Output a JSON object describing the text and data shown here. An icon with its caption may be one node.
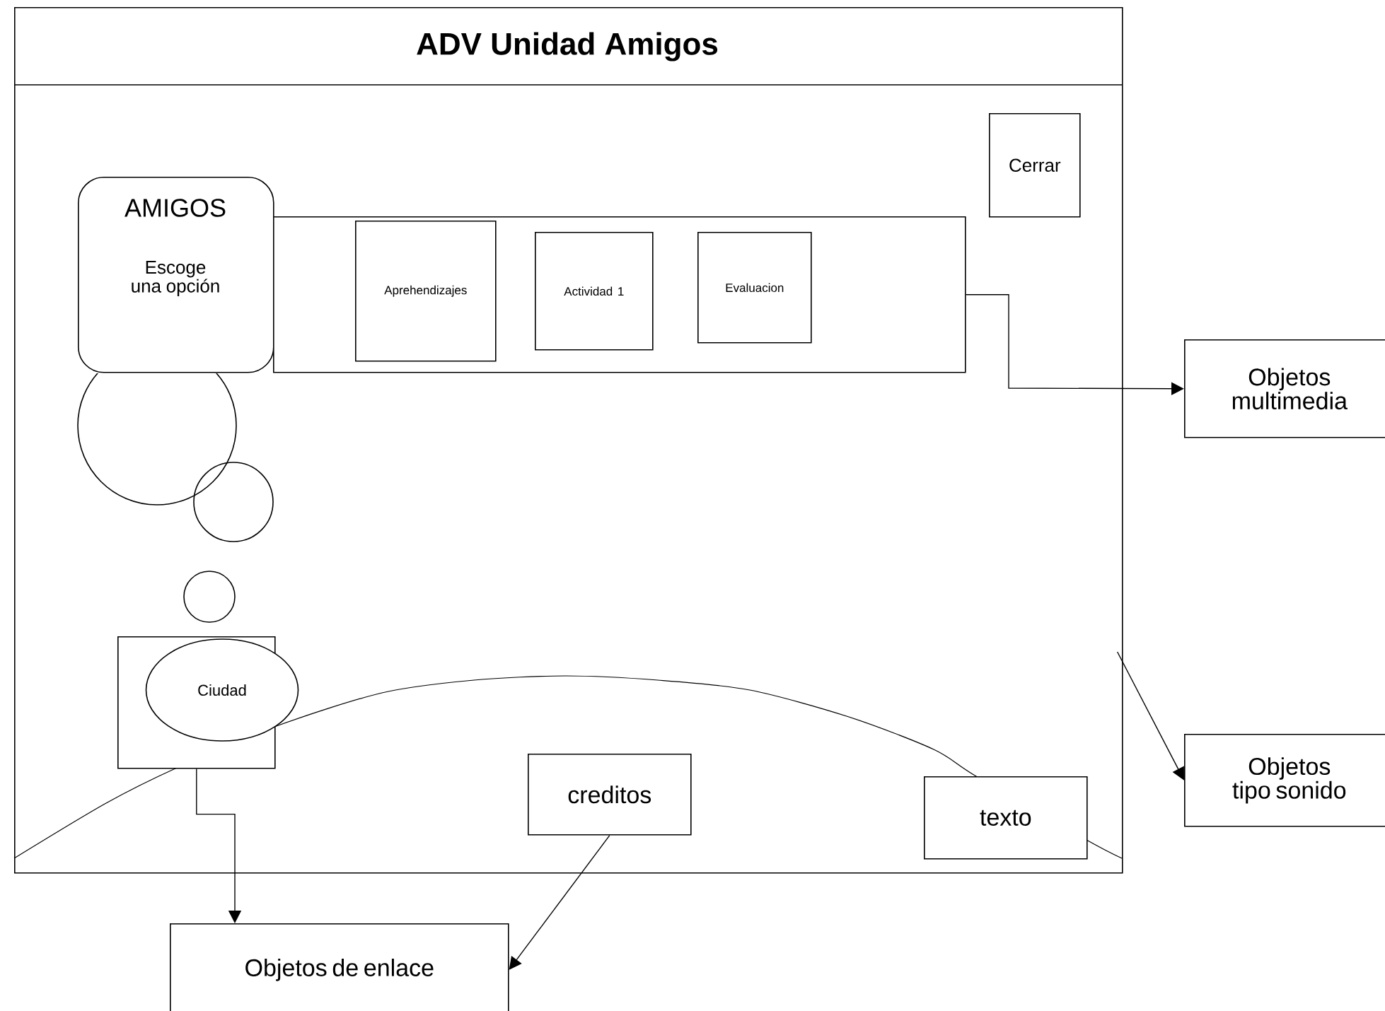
{
  "diagram": {
    "nodes": [
      {
        "text": [
          "ADV Unidad Amigos"
        ]
      },
      {
        "text": [
          "Cerrar"
        ],
        "in": 0
      },
      {
        "text": [
          "AMIGOS",
          "Escoge una opción"
        ],
        "in": 0
      },
      {
        "text": [],
        "shape": "box",
        "in": 0
      },
      {
        "text": [
          "Aprehendizajes"
        ],
        "in": 3
      },
      {
        "text": [
          "Actividad 1"
        ],
        "in": 3
      },
      {
        "text": [
          "Evaluacion"
        ],
        "in": 3
      },
      {
        "text": [],
        "shape": "circle",
        "in": 0
      },
      {
        "text": [],
        "shape": "circle",
        "in": 0
      },
      {
        "text": [],
        "shape": "circle",
        "in": 0
      },
      {
        "text": [],
        "shape": "box",
        "in": 0
      },
      {
        "text": [
          "Ciudad"
        ],
        "in": 0
      },
      {
        "text": [
          "creditos"
        ],
        "in": 0
      },
      {
        "text": [
          "texto"
        ],
        "in": 0
      },
      {
        "text": [
          "Objetos multimedia"
        ]
      },
      {
        "text": [
          "Objetos tipo sonido"
        ]
      },
      {
        "text": [
          "Objetos de enlace"
        ]
      }
    ],
    "edges": [
      {
        "from": 3,
        "to": 14,
        "arrow": "to"
      },
      {
        "from": 0,
        "to": 15,
        "arrow": "to"
      },
      {
        "from": 10,
        "to": 16,
        "arrow": "to"
      },
      {
        "from": 12,
        "to": 16,
        "arrow": "to"
      }
    ]
  }
}
